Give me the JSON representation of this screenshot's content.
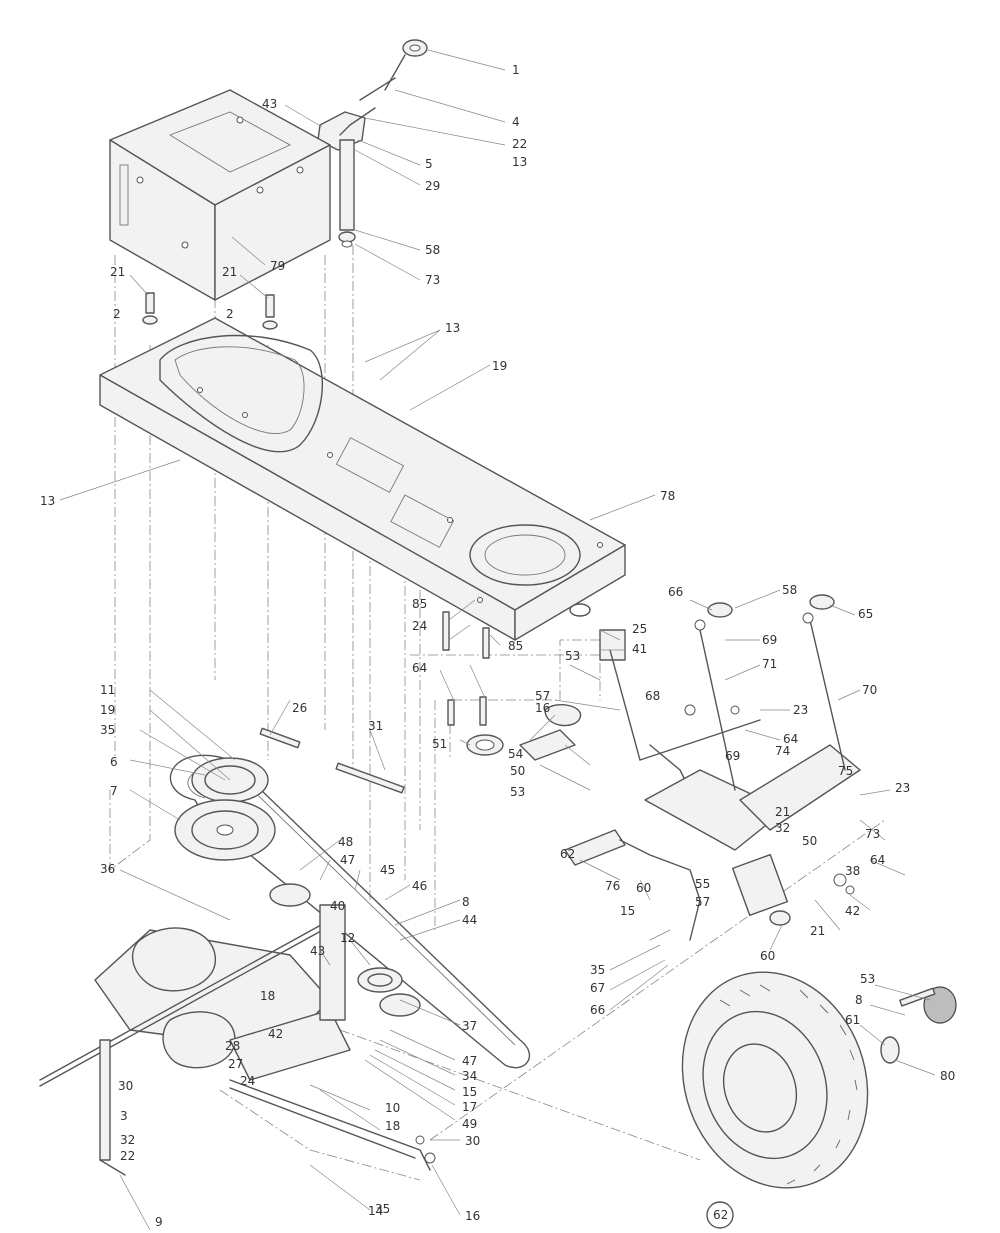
{
  "diagram": {
    "title": "",
    "callouts": [
      "1",
      "4",
      "22",
      "13",
      "43",
      "5",
      "29",
      "58",
      "73",
      "79",
      "21",
      "2",
      "21",
      "2",
      "13",
      "19",
      "13",
      "78",
      "85",
      "24",
      "25",
      "41",
      "53",
      "57",
      "64",
      "85",
      "16",
      "51",
      "11",
      "19",
      "35",
      "26",
      "6",
      "7",
      "31",
      "54",
      "53",
      "50",
      "48",
      "47",
      "45",
      "46",
      "8",
      "44",
      "36",
      "12",
      "43",
      "37",
      "40",
      "18",
      "28",
      "42",
      "27",
      "24",
      "30",
      "3",
      "32",
      "22",
      "47",
      "34",
      "15",
      "17",
      "10",
      "18",
      "49",
      "35",
      "9",
      "14",
      "16",
      "30",
      "62",
      "66",
      "58",
      "65",
      "69",
      "71",
      "70",
      "23",
      "64",
      "68",
      "69",
      "74",
      "75",
      "73",
      "23",
      "64",
      "38",
      "42",
      "21",
      "50",
      "62",
      "76",
      "60",
      "55",
      "57",
      "21",
      "32",
      "15",
      "35",
      "67",
      "66",
      "60",
      "53",
      "8",
      "61",
      "80"
    ]
  }
}
